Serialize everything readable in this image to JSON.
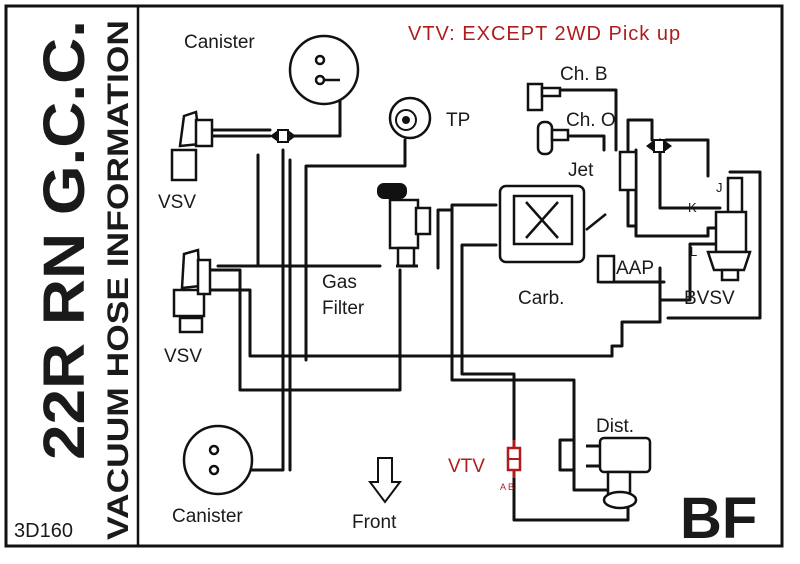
{
  "sidebar": {
    "title": "22R RN G.C.C.",
    "subtitle": "VACUUM HOSE INFORMATION",
    "code": "3D160"
  },
  "header": {
    "note": "VTV: EXCEPT 2WD Pick up"
  },
  "labels": {
    "canister_top": "Canister",
    "canister_bottom": "Canister",
    "vsv_top": "VSV",
    "vsv_bottom": "VSV",
    "tp": "TP",
    "gas_filter_1": "Gas",
    "gas_filter_2": "Filter",
    "chamber_b": "Ch. B",
    "chamber_o": "Ch. O",
    "jet": "Jet",
    "carb": "Carb.",
    "aap": "AAP",
    "bvsv": "BVSV",
    "port_j": "J",
    "port_k": "K",
    "port_l": "L",
    "dist": "Dist.",
    "vtv": "VTV",
    "vtv_ports": "A B",
    "front": "Front",
    "corner_code": "BF"
  },
  "colors": {
    "ink": "#111111",
    "accent_red": "#b01c1c",
    "background": "#ffffff"
  }
}
